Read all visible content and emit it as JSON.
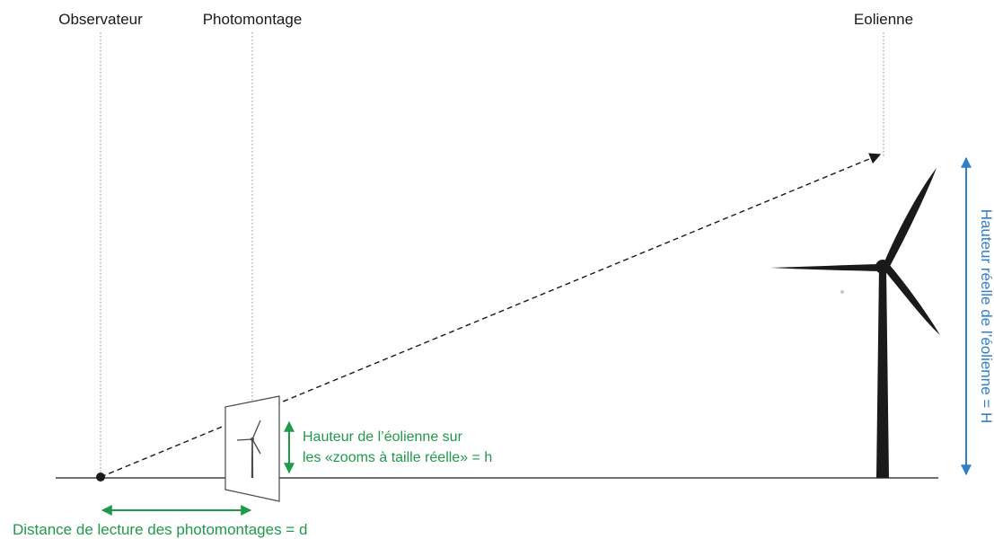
{
  "labels": {
    "observer": "Observateur",
    "photomontage": "Photomontage",
    "turbine": "Eolienne",
    "zoom_height_line1": "Hauteur de l’éolienne sur",
    "zoom_height_line2": "les «zooms à taille réelle» = h",
    "reading_distance": "Distance de lecture des photomontages = d",
    "real_height": "Hauteur réelle de l’éolienne = H"
  },
  "colors": {
    "green": "#1f9a4a",
    "blue": "#2f7fc8",
    "black": "#1a1a1a",
    "guide": "#8a8a8a"
  }
}
